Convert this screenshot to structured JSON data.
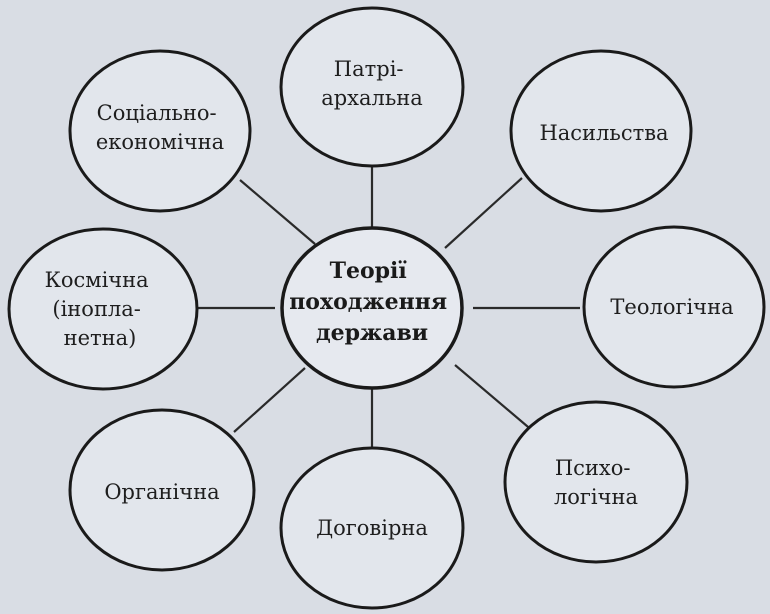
{
  "diagram": {
    "center": {
      "lines": [
        "Теорії",
        "походження",
        "держави"
      ]
    },
    "nodes": {
      "patriarchal": {
        "lines": [
          "Патрі-",
          "архальна"
        ]
      },
      "violence": {
        "lines": [
          "Насильства"
        ]
      },
      "theological": {
        "lines": [
          "Теологічна"
        ]
      },
      "psychological": {
        "lines": [
          "Психо-",
          "логічна"
        ]
      },
      "contractual": {
        "lines": [
          "Договірна"
        ]
      },
      "organic": {
        "lines": [
          "Органічна"
        ]
      },
      "cosmic": {
        "lines": [
          "Космічна",
          "(інопла-",
          "нетна)"
        ]
      },
      "socioeconomic": {
        "lines": [
          "Соціально-",
          "економічна"
        ]
      }
    },
    "colors": {
      "bubble_fill": "#e2e6ec",
      "outline": "#1a1a1a",
      "background": "#d9dde4"
    }
  }
}
